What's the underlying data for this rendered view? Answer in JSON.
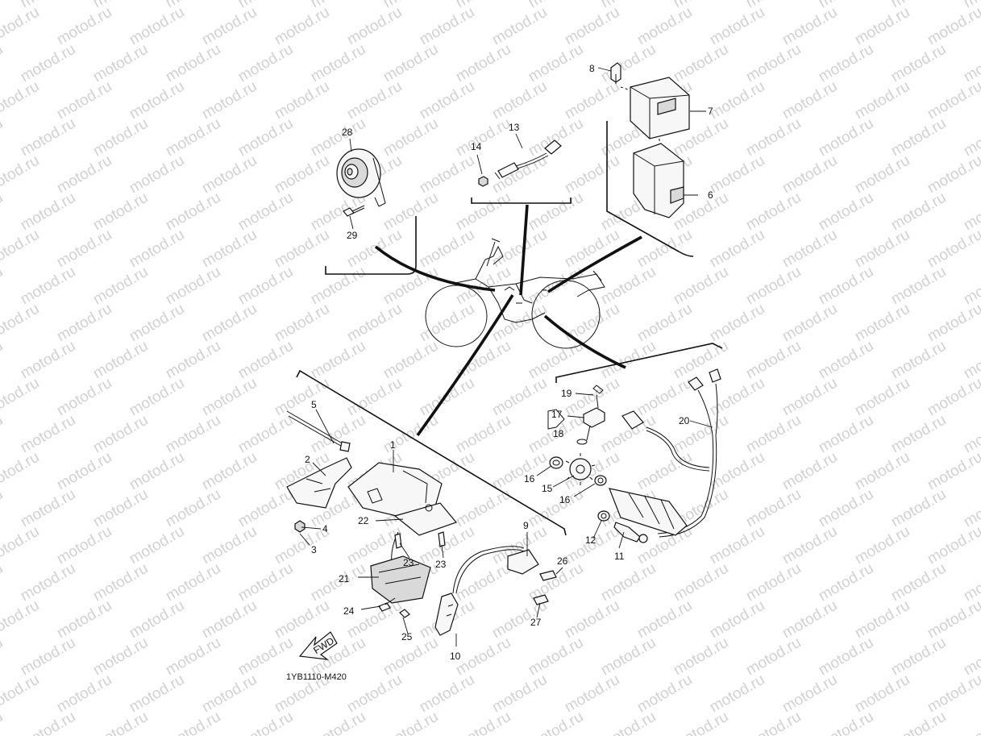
{
  "watermark": {
    "text": "motod.ru"
  },
  "diagram_code": "1YB1110-M420",
  "fwd_label": "FWD",
  "callouts": [
    {
      "id": "c1",
      "text": "1"
    },
    {
      "id": "c2",
      "text": "2"
    },
    {
      "id": "c3",
      "text": "3"
    },
    {
      "id": "c4",
      "text": "4"
    },
    {
      "id": "c5",
      "text": "5"
    },
    {
      "id": "c6",
      "text": "6"
    },
    {
      "id": "c7",
      "text": "7"
    },
    {
      "id": "c8",
      "text": "8"
    },
    {
      "id": "c9",
      "text": "9"
    },
    {
      "id": "c10",
      "text": "10"
    },
    {
      "id": "c11",
      "text": "11"
    },
    {
      "id": "c12",
      "text": "12"
    },
    {
      "id": "c13",
      "text": "13"
    },
    {
      "id": "c14",
      "text": "14"
    },
    {
      "id": "c15",
      "text": "15"
    },
    {
      "id": "c16a",
      "text": "16"
    },
    {
      "id": "c16b",
      "text": "16"
    },
    {
      "id": "c17",
      "text": "17"
    },
    {
      "id": "c18",
      "text": "18"
    },
    {
      "id": "c19",
      "text": "19"
    },
    {
      "id": "c20",
      "text": "20"
    },
    {
      "id": "c21",
      "text": "21"
    },
    {
      "id": "c22",
      "text": "22"
    },
    {
      "id": "c23a",
      "text": "23"
    },
    {
      "id": "c23b",
      "text": "23"
    },
    {
      "id": "c24",
      "text": "24"
    },
    {
      "id": "c25",
      "text": "25"
    },
    {
      "id": "c26",
      "text": "26"
    },
    {
      "id": "c27",
      "text": "27"
    },
    {
      "id": "c28",
      "text": "28"
    },
    {
      "id": "c29",
      "text": "29"
    }
  ]
}
